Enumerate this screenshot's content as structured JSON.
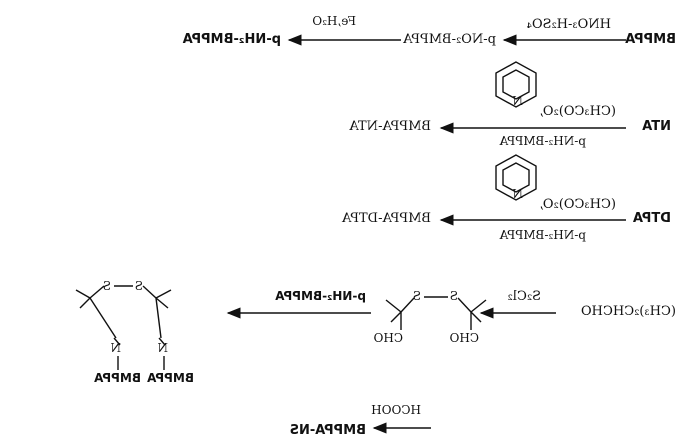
{
  "steps": [
    {
      "reactant": "BMPPA",
      "reagent_above": "HNO₃-H₂SO₄",
      "product": "p-NO₂-BMPPA",
      "reagent2_above": "Fe,H₂O",
      "product2": "p-NH₂-BMPPA"
    },
    {
      "reactant": "NTA",
      "reagent_above": "(CH₃CO)₂O,",
      "reagent_below": "p-NH₂-BMPPA",
      "product": "BMPPA-NTA",
      "ring_label": "N"
    },
    {
      "reactant": "DTPA",
      "reagent_above": "(CH₃CO)₂O,",
      "reagent_below": "p-NH₂-BMPPA",
      "product": "BMPPA-DTPA",
      "ring_label": "N"
    },
    {
      "reactant": "(CH₃)₂CHCHO",
      "reagent_above": "S₂Cl₂",
      "intermediate_labels": [
        "S",
        "S",
        "CHO",
        "CHO"
      ],
      "reagent2_above": "p-NH₂-BMPPA",
      "product_labels": [
        "S",
        "S",
        "N",
        "N",
        "BMPPA",
        "BMPPA"
      ]
    },
    {
      "reagent_above": "HCOOH",
      "product": "BMPPA-NS"
    }
  ]
}
